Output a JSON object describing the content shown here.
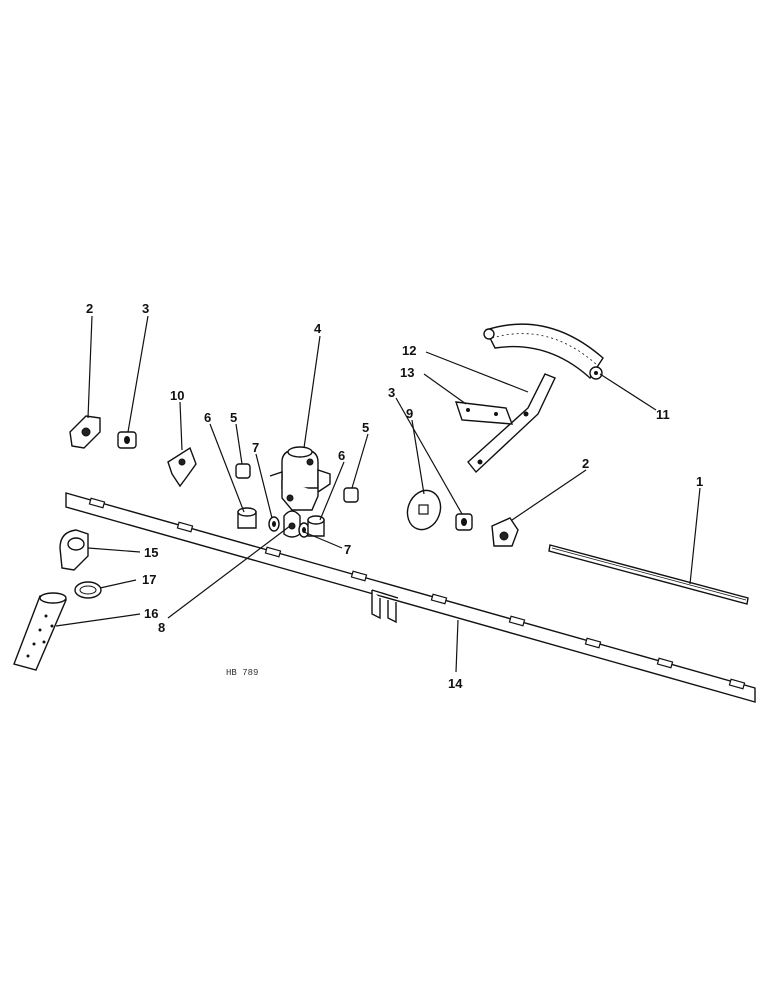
{
  "figure_ref": "HB 789",
  "callouts": {
    "c1": "1",
    "c2a": "2",
    "c2b": "2",
    "c3a": "3",
    "c3b": "3",
    "c4": "4",
    "c5a": "5",
    "c5b": "5",
    "c6a": "6",
    "c6b": "6",
    "c7a": "7",
    "c7b": "7",
    "c8": "8",
    "c9": "9",
    "c10": "10",
    "c11": "11",
    "c12": "12",
    "c13": "13",
    "c14": "14",
    "c15": "15",
    "c16": "16",
    "c17": "17"
  }
}
